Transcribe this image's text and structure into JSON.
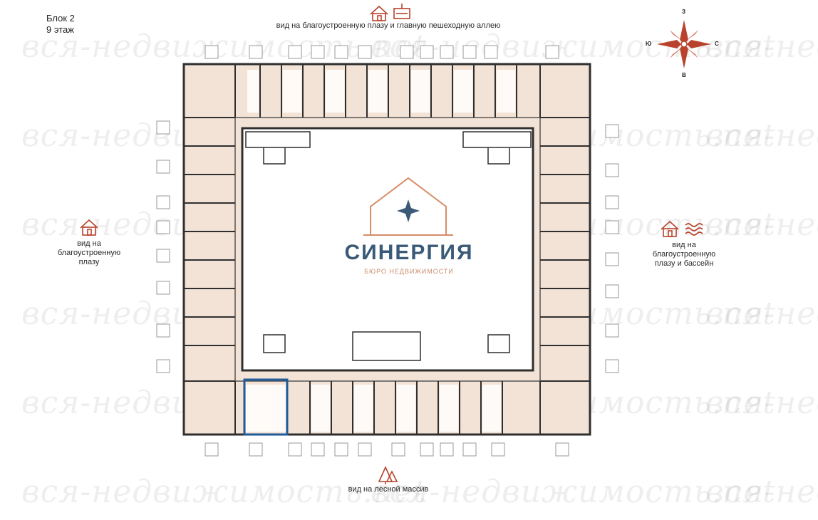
{
  "header": {
    "block": "Блок 2",
    "floor": "9 этаж"
  },
  "views": {
    "top": "вид на благоустроенную плазу и главную пешеходную аллею",
    "left": [
      "вид на",
      "благоустроенную",
      "плазу"
    ],
    "right": [
      "вид на",
      "благоустроенную",
      "плазу и бассейн"
    ],
    "bottom": "вид на лесной массив"
  },
  "compass": {
    "north": "З",
    "south": "В",
    "west": "Ю",
    "east": "С"
  },
  "logo": {
    "name": "СИНЕРГИЯ",
    "tagline": "БЮРО НЕДВИЖИМОСТИ"
  },
  "watermark": "вся-недвижимость.net",
  "colors": {
    "accent": "#b8422b",
    "apartment_fill": "#f3e3d6",
    "wall": "#2f2f2f",
    "highlight": "#1f5a9a",
    "logo_text": "#3a5a78",
    "logo_accent": "#d88c66"
  },
  "icons": [
    "house-icon",
    "road-icon",
    "pool-waves-icon",
    "forest-icon",
    "compass-rose-icon"
  ],
  "highlighted_unit": "selected apartment outlined in blue, bottom-left"
}
